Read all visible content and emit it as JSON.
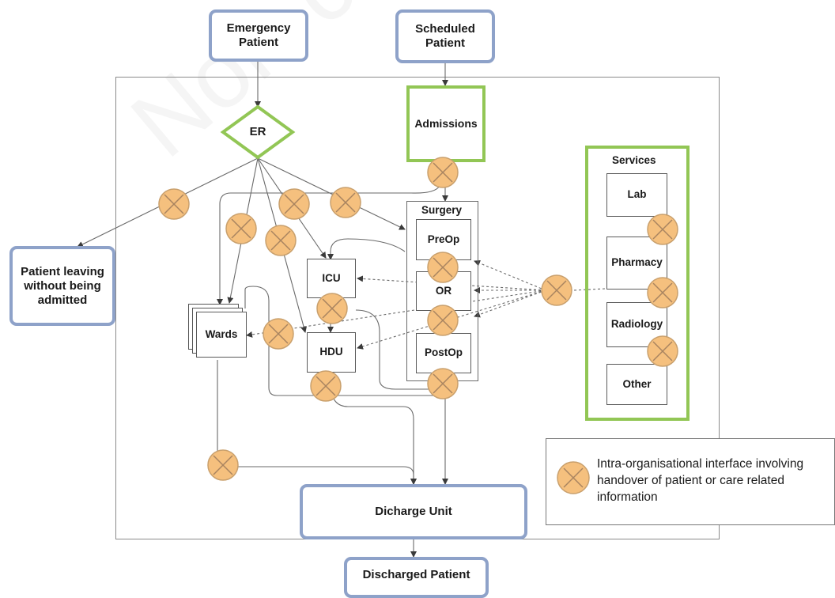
{
  "nodes": {
    "emergency_patient": "Emergency\nPatient",
    "scheduled_patient": "Scheduled\nPatient",
    "er": "ER",
    "admissions": "Admissions",
    "patient_leaving": "Patient leaving\nwithout being\nadmitted",
    "surgery": "Surgery",
    "preop": "PreOp",
    "or": "OR",
    "postop": "PostOp",
    "icu": "ICU",
    "hdu": "HDU",
    "wards": "Wards",
    "services": "Services",
    "lab": "Lab",
    "pharmacy": "Pharmacy",
    "radiology": "Radiology",
    "other": "Other",
    "discharge_unit": "Dicharge Unit",
    "discharged_patient": "Discharged Patient"
  },
  "legend": {
    "text": "Intra-organisational interface involving handover of patient or care related information",
    "icon": "handover-interface-icon"
  },
  "watermark": "Non-comm",
  "colors": {
    "blue_border": "#8ea2c9",
    "green_border": "#92c655",
    "interface_fill": "#f5c07e",
    "interface_stroke": "#c9a06d"
  }
}
